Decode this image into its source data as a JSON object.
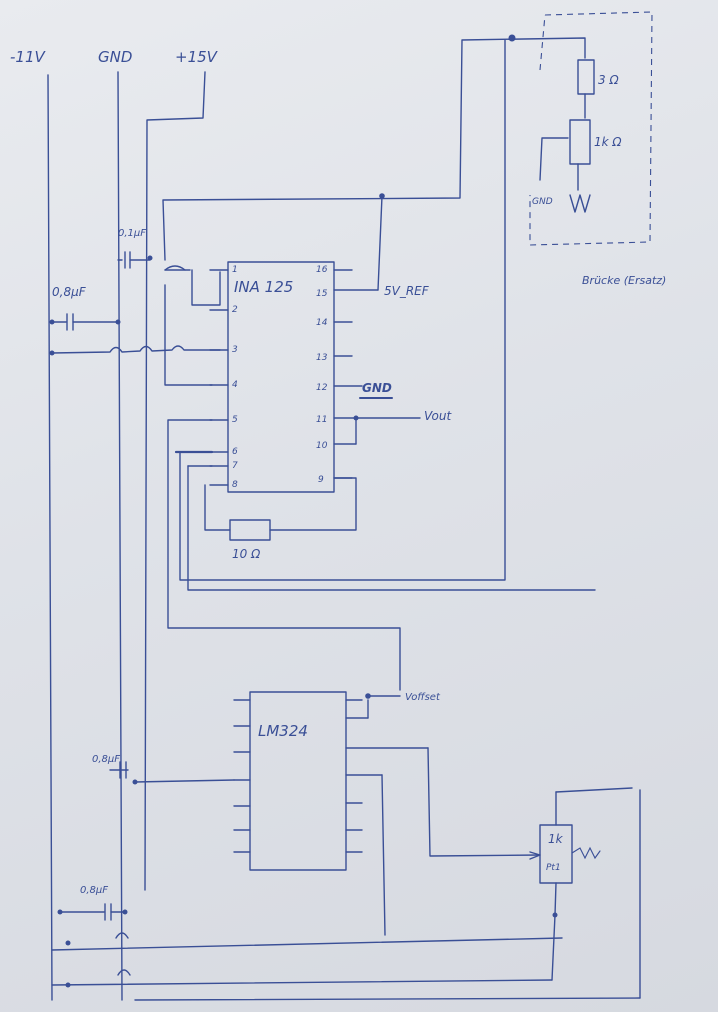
{
  "rails": {
    "neg": "-11V",
    "gnd": "GND",
    "pos": "+15V"
  },
  "ina": {
    "name": "INA 125",
    "pins_left": [
      "1",
      "2",
      "3",
      "4",
      "5",
      "6",
      "7",
      "8"
    ],
    "pins_right": [
      "16",
      "15",
      "14",
      "13",
      "12",
      "11",
      "10",
      "9"
    ],
    "ref_label": "5V_REF",
    "gnd_label": "GND",
    "vout_label": "Vout"
  },
  "resistor_10": "10 Ω",
  "bridge": {
    "r1": "3 Ω",
    "r2": "1k Ω",
    "gnd": "GND",
    "caption": "Brücke (Ersatz)"
  },
  "caps": {
    "c1": "0,1μF",
    "c2": "0,8μF",
    "c3": "0,8μF",
    "c4": "0,8μF"
  },
  "lm": {
    "name": "LM324",
    "voffset": "Voffset"
  },
  "pt": {
    "line1": "1k",
    "line2": "Pt1"
  }
}
